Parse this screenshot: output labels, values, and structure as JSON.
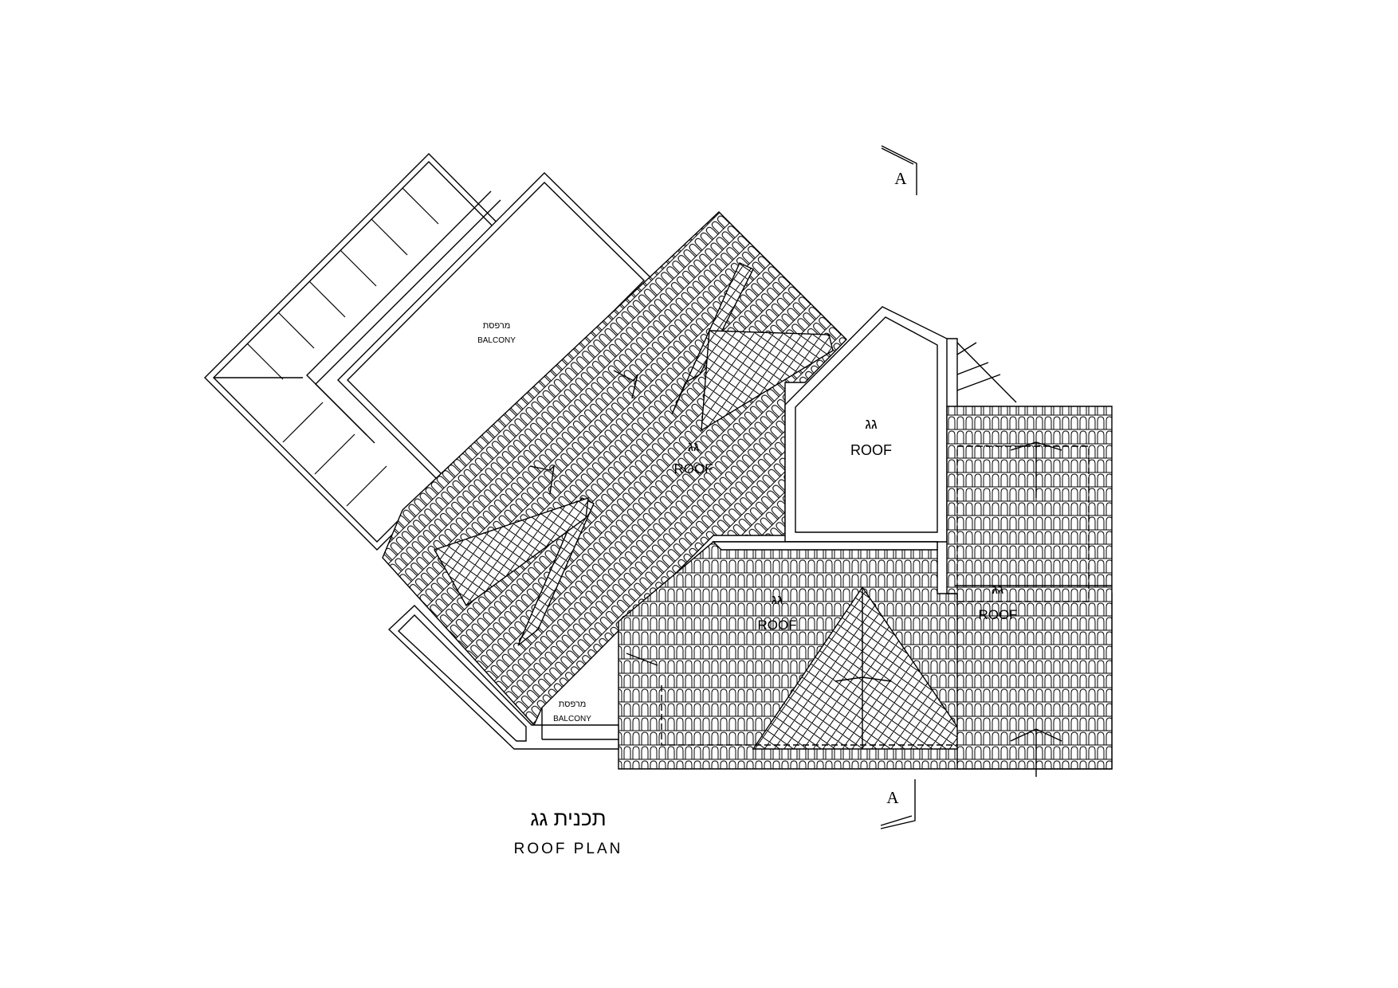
{
  "drawing": {
    "title_he": "תכנית גג",
    "title_en": "ROOF PLAN",
    "section_marker_top": "A",
    "section_marker_bottom": "A"
  },
  "rooms": {
    "balcony_large_he": "מרפסת",
    "balcony_large_en": "BALCONY",
    "balcony_small_he": "מרפסת",
    "balcony_small_en": "BALCONY",
    "roof_upper_he": "גג",
    "roof_upper_en": "ROOF",
    "roof_diag_he": "גג",
    "roof_diag_en": "ROOF",
    "roof_lower_he": "גג",
    "roof_lower_en": "ROOF",
    "roof_right_he": "גג",
    "roof_right_en": "ROOF"
  },
  "colors": {
    "line": "#000000",
    "background": "#ffffff"
  }
}
